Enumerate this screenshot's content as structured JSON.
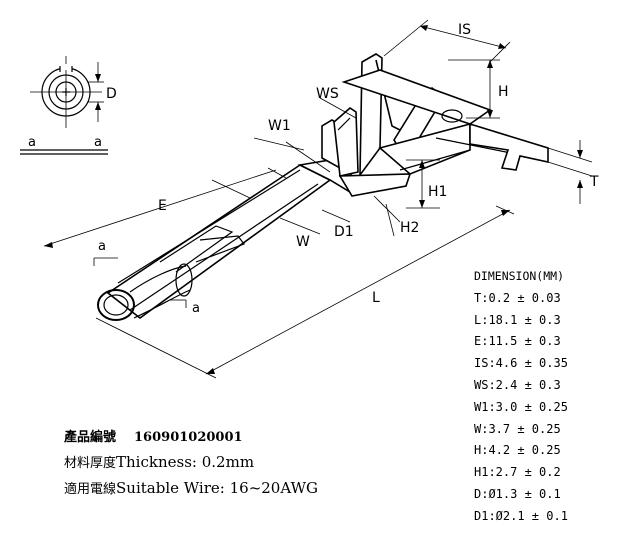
{
  "drawing_labels": {
    "IS": "IS",
    "H": "H",
    "WS": "WS",
    "W1": "W1",
    "E": "E",
    "H1": "H1",
    "H2": "H2",
    "D1": "D1",
    "W": "W",
    "L": "L",
    "T": "T",
    "D": "D",
    "a": "a"
  },
  "dimensions": {
    "header": "DIMENSION(MM)",
    "rows": [
      "T:0.2 ± 0.03",
      "L:18.1 ± 0.3",
      "E:11.5 ± 0.3",
      "IS:4.6 ± 0.35",
      "WS:2.4 ± 0.3",
      "W1:3.0 ± 0.25",
      "W:3.7 ± 0.25",
      "H:4.2 ± 0.25",
      "H1:2.7 ± 0.2",
      "D:Ø1.3 ± 0.1",
      "D1:Ø2.1 ± 0.1"
    ]
  },
  "product": {
    "code_label": "產品編號",
    "code": "160901020001",
    "thickness_label_cn": "材料厚度",
    "thickness_label": "Thickness:",
    "thickness_value": "0.2mm",
    "wire_label_cn": "適用電線",
    "wire_label": "Suitable  Wire:",
    "wire_value": "16~20AWG"
  }
}
